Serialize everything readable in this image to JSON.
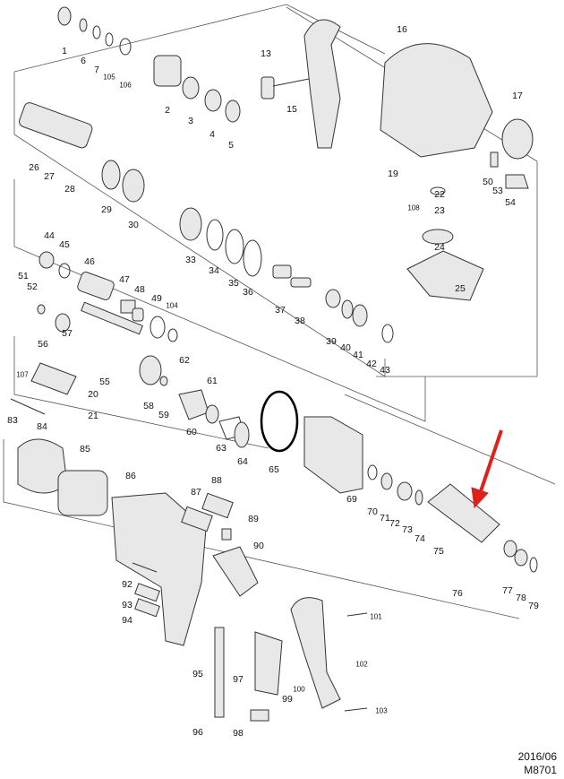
{
  "diagram": {
    "part_numbers": [
      "1",
      "6",
      "7",
      "105",
      "106",
      "2",
      "3",
      "4",
      "5",
      "13",
      "15",
      "16",
      "17",
      "26",
      "27",
      "28",
      "29",
      "30",
      "19",
      "22",
      "108",
      "23",
      "24",
      "25",
      "50",
      "53",
      "54",
      "44",
      "45",
      "46",
      "47",
      "48",
      "49",
      "104",
      "33",
      "34",
      "35",
      "36",
      "51",
      "52",
      "56",
      "57",
      "55",
      "58",
      "59",
      "37",
      "38",
      "39",
      "40",
      "41",
      "42",
      "43",
      "107",
      "20",
      "83",
      "21",
      "84",
      "85",
      "62",
      "61",
      "60",
      "63",
      "64",
      "65",
      "69",
      "70",
      "71",
      "72",
      "73",
      "74",
      "75",
      "76",
      "77",
      "78",
      "79",
      "86",
      "87",
      "88",
      "89",
      "90",
      "92",
      "93",
      "94",
      "101",
      "102",
      "95",
      "97",
      "99",
      "100",
      "96",
      "98",
      "103"
    ],
    "highlight_arrow_color": "#e0201b",
    "highlighted_part": "76"
  },
  "footer": {
    "date": "2016/06",
    "model": "M8701"
  }
}
